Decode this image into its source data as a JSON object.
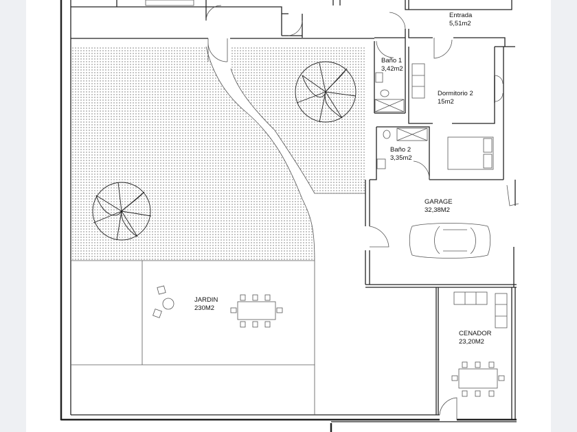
{
  "plan": {
    "rooms": {
      "entrada": {
        "name": "Entrada",
        "area": "5,51m2"
      },
      "bano1": {
        "name": "Baño 1",
        "area": "3,42m2"
      },
      "dormitorio2": {
        "name": "Dormitorio 2",
        "area": "15m2"
      },
      "bano2": {
        "name": "Baño 2",
        "area": "3,35m2"
      },
      "garage": {
        "name": "GARAGE",
        "area": "32,38M2"
      },
      "jardin": {
        "name": "JARDIN",
        "area": "230M2"
      },
      "cenador": {
        "name": "CENADOR",
        "area": "23,20M2"
      }
    },
    "colors": {
      "background": "#eef0f3",
      "sheet": "#ffffff",
      "lines": "#222222"
    }
  }
}
